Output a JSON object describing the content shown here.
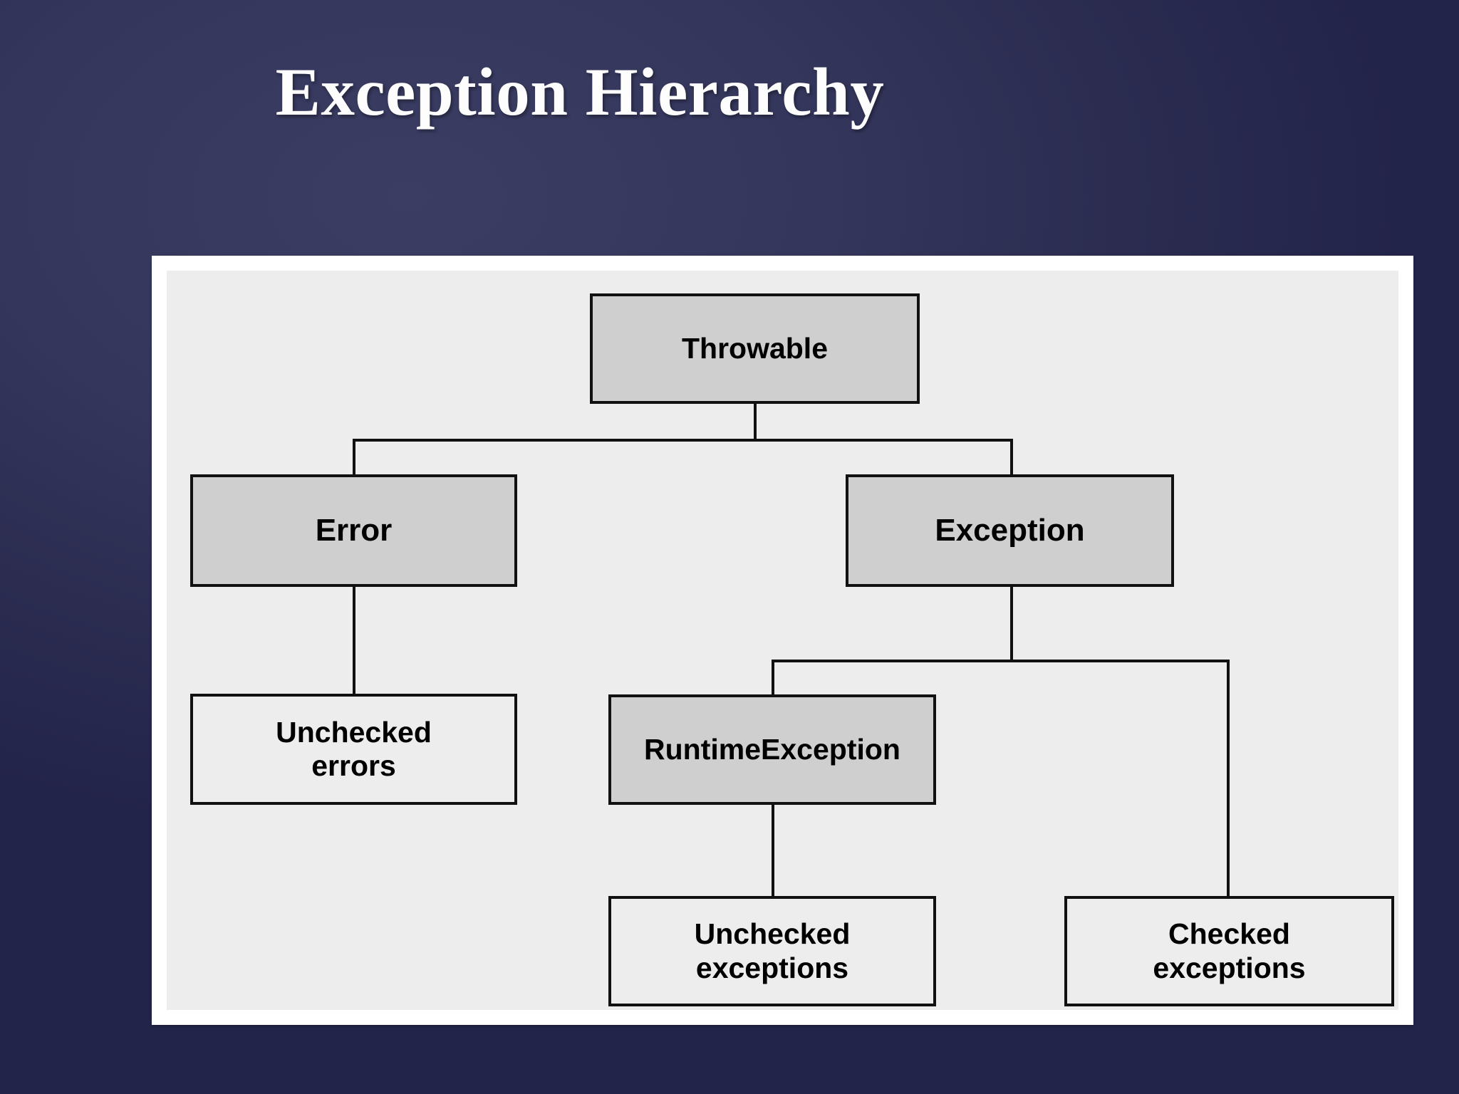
{
  "slide": {
    "title": "Exception Hierarchy",
    "background_color": "#34365c",
    "title_color": "#ffffff",
    "frame_color": "#ffffff",
    "canvas_color": "#ededed"
  },
  "diagram": {
    "type": "tree",
    "node_fill_class": "#cfcfcf",
    "node_fill_leaf": "#ededed",
    "node_border_color": "#111111",
    "nodes": [
      {
        "id": "throwable",
        "label": "Throwable",
        "fill": "gray",
        "level": 0
      },
      {
        "id": "error",
        "label": "Error",
        "fill": "gray",
        "level": 1
      },
      {
        "id": "exception",
        "label": "Exception",
        "fill": "gray",
        "level": 1
      },
      {
        "id": "unchecked-errors",
        "label": "Unchecked\nerrors",
        "fill": "white",
        "level": 2
      },
      {
        "id": "runtimeexception",
        "label": "RuntimeException",
        "fill": "gray",
        "level": 2
      },
      {
        "id": "unchecked-exc",
        "label": "Unchecked\nexceptions",
        "fill": "white",
        "level": 3
      },
      {
        "id": "checked-exc",
        "label": "Checked\nexceptions",
        "fill": "white",
        "level": 3
      }
    ],
    "edges": [
      {
        "from": "throwable",
        "to": "error"
      },
      {
        "from": "throwable",
        "to": "exception"
      },
      {
        "from": "error",
        "to": "unchecked-errors"
      },
      {
        "from": "exception",
        "to": "runtimeexception"
      },
      {
        "from": "exception",
        "to": "checked-exc"
      },
      {
        "from": "runtimeexception",
        "to": "unchecked-exc"
      }
    ]
  }
}
